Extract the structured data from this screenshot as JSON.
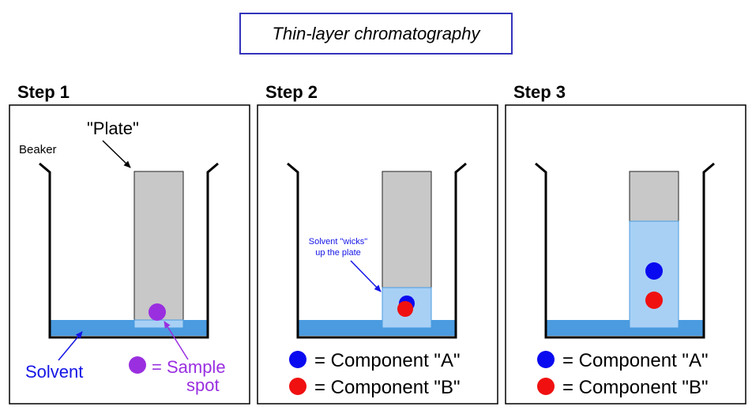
{
  "title": "Thin-layer chromatography",
  "steps": [
    {
      "label": "Step 1"
    },
    {
      "label": "Step 2"
    },
    {
      "label": "Step 3"
    }
  ],
  "labels": {
    "plate": "\"Plate\"",
    "beaker": "Beaker",
    "solvent": "Solvent",
    "sample_eq": "= Sample",
    "sample_spot": "spot",
    "wicks_line1": "Solvent \"wicks\"",
    "wicks_line2": "up the plate"
  },
  "legend": {
    "component_a": "= Component \"A\"",
    "component_b": "= Component \"B\""
  },
  "colors": {
    "frame_title": "#3333bb",
    "solvent_fill": "#4a9be0",
    "wet_plate": "#a8d0f5",
    "plate": "#c8c8c8",
    "sample": "#9a2fe0",
    "component_a": "#0a0af0",
    "component_b": "#f01010",
    "solvent_label": "#1414e6"
  }
}
